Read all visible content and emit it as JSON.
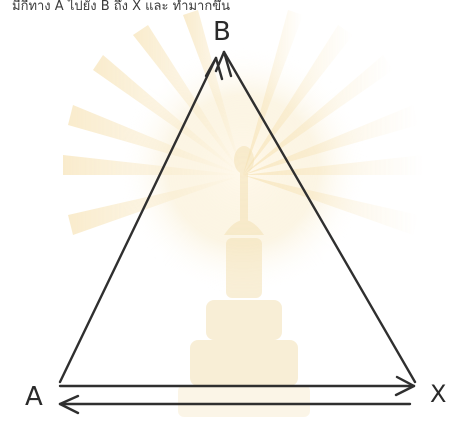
{
  "header": {
    "caption": "มีกี่ทาง A ไปยัง B ถึง X และ ทำมากขึ้น"
  },
  "diagram": {
    "vertices": {
      "a": "A",
      "b": "B",
      "x": "X"
    },
    "edges": [
      {
        "from": "A",
        "to": "B",
        "arrow": "end"
      },
      {
        "from": "X",
        "to": "B",
        "arrow": "end"
      },
      {
        "from": "A",
        "to": "X",
        "arrow": "end"
      },
      {
        "from": "X",
        "to": "A",
        "arrow": "end"
      }
    ],
    "watermark": "university-seal"
  },
  "colors": {
    "ink": "#2f2f2f",
    "watermark_gold": "#f1d9a1",
    "watermark_tan": "#e8cf93"
  }
}
